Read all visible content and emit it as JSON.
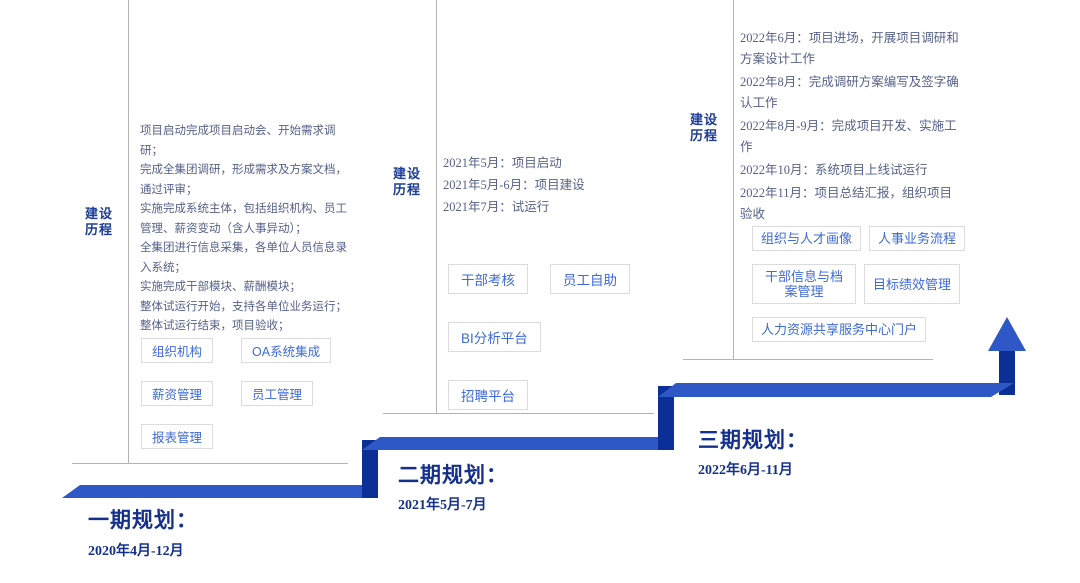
{
  "colors": {
    "ribbon_face": "#2e58c6",
    "ribbon_fold": "#0b2f96",
    "line_gray": "#b3b3b3",
    "stage_label_navy": "#1d3c96",
    "body_text": "#56618a",
    "tag_text": "#3e6ad5",
    "tag_border": "#dcdcdc",
    "title_navy": "#14308c"
  },
  "phases": [
    {
      "label": "建设历程",
      "milestones": [
        "项目启动完成项目启动会、开始需求调研；",
        "完成全集团调研，形成需求及方案文档，通过评审；",
        "实施完成系统主体，包括组织机构、员工管理、薪资变动（含人事异动）；",
        "全集团进行信息采集，各单位人员信息录入系统；",
        "实施完成干部模块、薪酬模块；",
        "整体试运行开始，支持各单位业务运行；",
        "整体试运行结束，项目验收；"
      ],
      "modules": [
        "组织机构",
        "OA系统集成",
        "薪资管理",
        "员工管理",
        "报表管理"
      ],
      "title": "一期规划：",
      "date": "2020年4月-12月"
    },
    {
      "label": "建设历程",
      "milestones": [
        "2021年5月：项目启动",
        "2021年5月-6月：项目建设",
        "2021年7月：试运行"
      ],
      "modules": [
        "干部考核",
        "员工自助",
        "BI分析平台",
        "招聘平台"
      ],
      "title": "二期规划：",
      "date": "2021年5月-7月"
    },
    {
      "label": "建设历程",
      "milestones": [
        "2022年6月：项目进场，开展项目调研和方案设计工作",
        "2022年8月：完成调研方案编写及签字确认工作",
        "2022年8月-9月：完成项目开发、实施工作",
        "2022年10月：系统项目上线试运行",
        "2022年11月：项目总结汇报，组织项目验收"
      ],
      "modules": [
        "组织与人才画像",
        "人事业务流程",
        "干部信息与档案管理",
        "目标绩效管理",
        "人力资源共享服务中心门户"
      ],
      "title": "三期规划：",
      "date": "2022年6月-11月"
    }
  ]
}
